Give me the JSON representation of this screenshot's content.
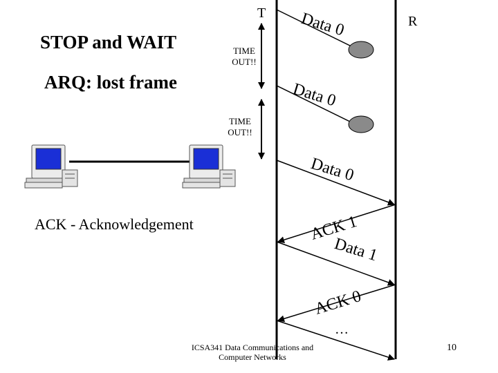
{
  "slide": {
    "title_line1": "STOP and WAIT",
    "title_line2": "ARQ: lost frame",
    "legend": "ACK - Acknowledgement",
    "footer_line1": "ICSA341 Data Communications and",
    "footer_line2": "Computer Networks",
    "page_number": "10"
  },
  "timeline": {
    "sender_label": "T",
    "receiver_label": "R",
    "timeouts": [
      "TIME OUT!!",
      "TIME OUT!!"
    ],
    "messages": [
      {
        "label": "Data 0",
        "direction": "to-receiver",
        "status": "lost"
      },
      {
        "label": "Data 0",
        "direction": "to-receiver",
        "status": "lost"
      },
      {
        "label": "Data 0",
        "direction": "to-receiver",
        "status": "delivered"
      },
      {
        "label": "ACK 1",
        "direction": "to-sender",
        "status": "delivered"
      },
      {
        "label": "Data 1",
        "direction": "to-receiver",
        "status": "delivered"
      },
      {
        "label": "ACK 0",
        "direction": "to-sender",
        "status": "delivered"
      }
    ],
    "continuation": "…"
  },
  "network": {
    "nodes": [
      "computer-icon",
      "computer-icon"
    ],
    "link": "connecting-cable"
  }
}
